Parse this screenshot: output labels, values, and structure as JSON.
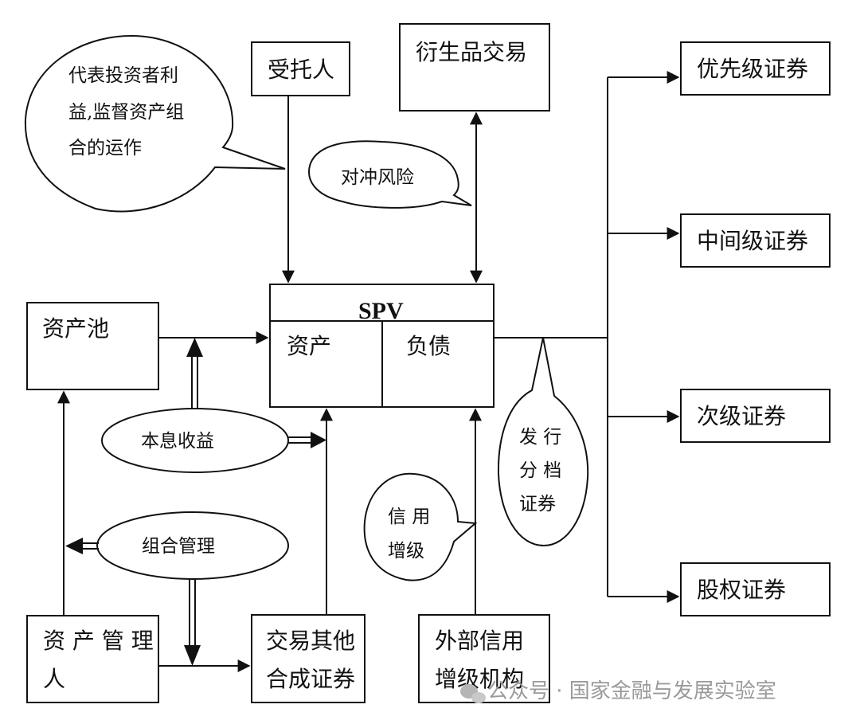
{
  "spv": {
    "title": "SPV",
    "assets_label": "资产",
    "liabilities_label": "负债"
  },
  "boxes": {
    "trustee": "受托人",
    "derivatives": "衍生品交易",
    "asset_pool": "资产池",
    "senior": "优先级证券",
    "mezzanine": "中间级证券",
    "subordinate": "次级证券",
    "equity": "股权证券",
    "asset_manager_lines": [
      "资 产 管 理",
      "人"
    ],
    "trade_synthetic_lines": [
      "交易其他",
      "合成证券"
    ],
    "external_credit_lines": [
      "外部信用",
      "增级机构"
    ]
  },
  "bubbles": {
    "investor_lines": [
      "代表投资者利",
      "益,监督资产组",
      "合的运作"
    ],
    "hedge": "对冲风险",
    "principal_interest": "本息收益",
    "portfolio_mgmt": "组合管理",
    "credit_enhance_lines": [
      "信 用",
      "增级"
    ],
    "tranche_lines": [
      "发 行",
      "分 档",
      "证券"
    ]
  },
  "watermark": "公众号 · 国家金融与发展实验室"
}
